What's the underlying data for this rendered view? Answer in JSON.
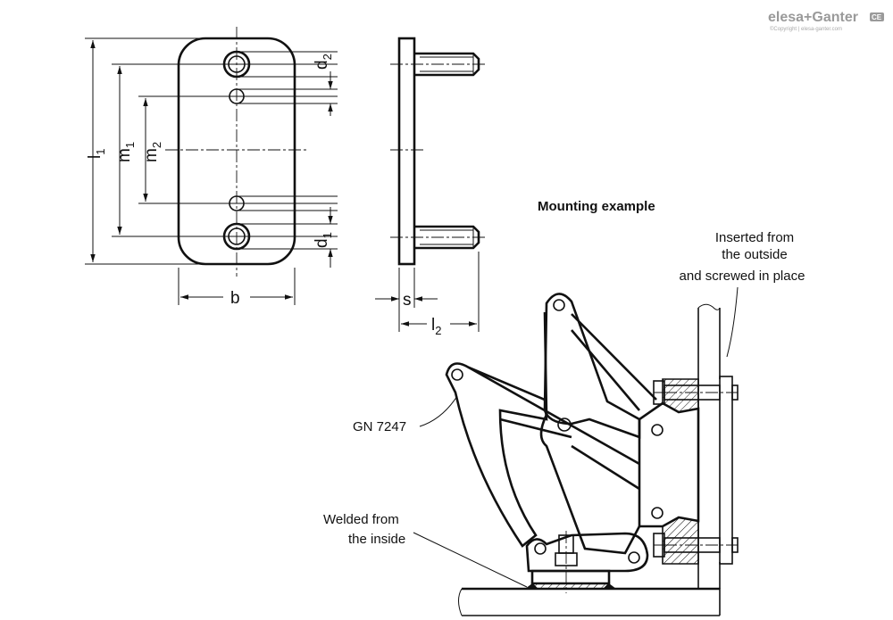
{
  "brand": {
    "name": "elesa+Ganter",
    "copyright": "©Copyright | elesa-ganter.com",
    "ce_mark": "CE"
  },
  "front_view": {
    "dims": {
      "l1": {
        "main": "l",
        "sub": "1"
      },
      "m1": {
        "main": "m",
        "sub": "1"
      },
      "m2": {
        "main": "m",
        "sub": "2"
      },
      "d1": {
        "main": "d",
        "sub": "1"
      },
      "d2": {
        "main": "d",
        "sub": "2"
      },
      "b": {
        "main": "b"
      }
    }
  },
  "side_view": {
    "dims": {
      "s": {
        "main": "s"
      },
      "l2": {
        "main": "l",
        "sub": "2"
      }
    }
  },
  "mounting": {
    "title": "Mounting example",
    "labels": {
      "inserted_line1": "Inserted from",
      "inserted_line2": "the outside",
      "inserted_line3": "and screwed in place",
      "gn": "GN 7247",
      "welded_line1": "Welded from",
      "welded_line2": "the inside"
    }
  }
}
